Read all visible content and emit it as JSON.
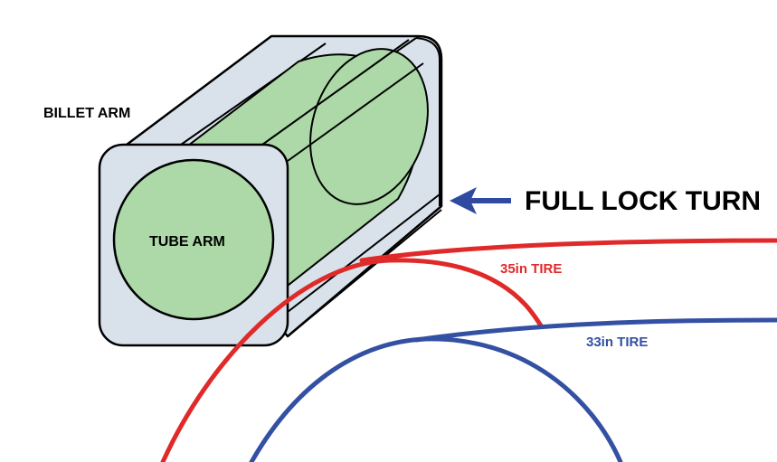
{
  "labels": {
    "billet_arm": "BILLET ARM",
    "tube_arm": "TUBE ARM",
    "full_lock_turn": "FULL LOCK TURN",
    "tire_35": "35in TIRE",
    "tire_33": "33in TIRE"
  },
  "colors": {
    "billet_fill": "#d9e2ea",
    "tube_fill": "#acd9a7",
    "outline": "#000000",
    "tire_35": "#e02a2a",
    "tire_33": "#3350a3",
    "arrow": "#2f4aa0"
  },
  "icons": {
    "arrow": "arrow-left-icon"
  }
}
